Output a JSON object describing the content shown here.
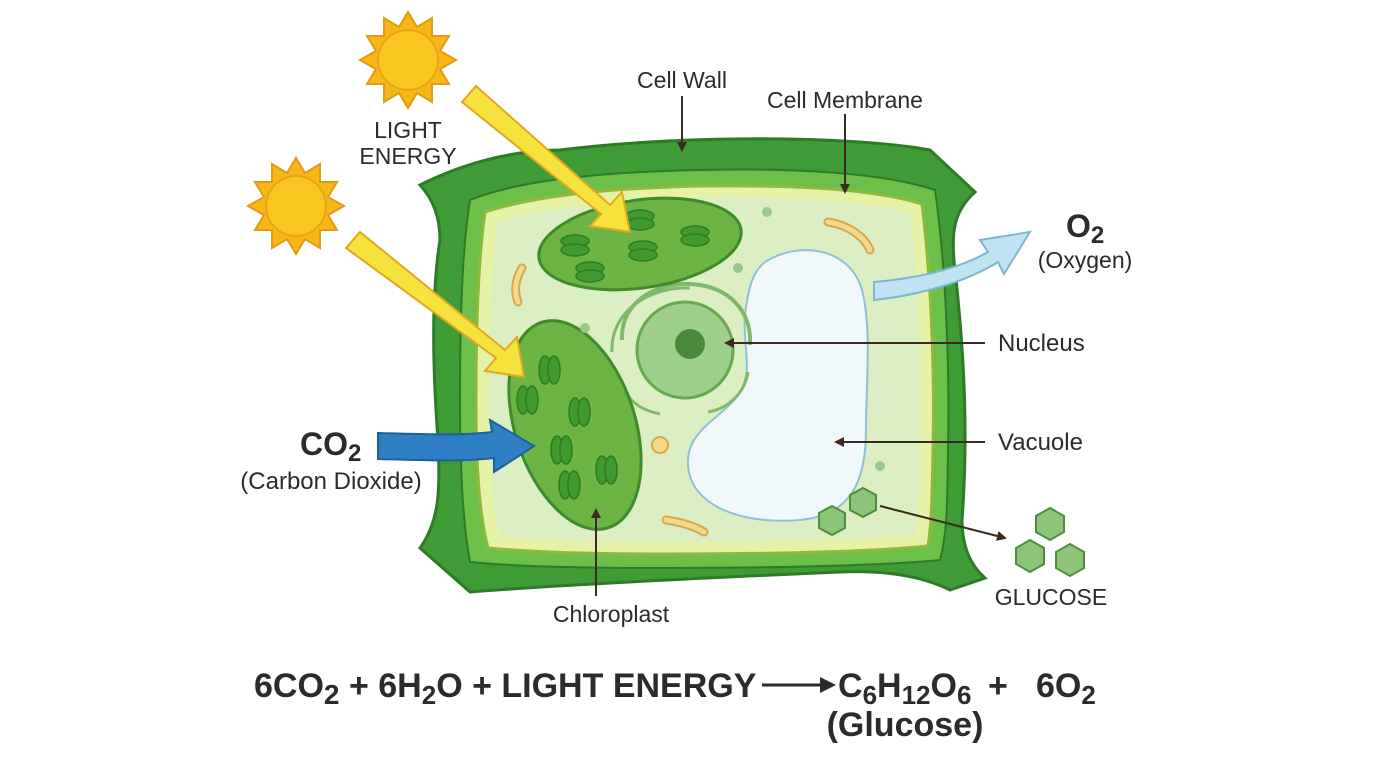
{
  "labels": {
    "light_energy_line1": "LIGHT",
    "light_energy_line2": "ENERGY",
    "cell_wall": "Cell Wall",
    "cell_membrane": "Cell Membrane",
    "oxygen_formula_main": "O",
    "oxygen_formula_sub": "2",
    "oxygen_name": "(Oxygen)",
    "nucleus": "Nucleus",
    "vacuole": "Vacuole",
    "co2_formula_main": "CO",
    "co2_formula_sub": "2",
    "co2_name": "(Carbon Dioxide)",
    "chloroplast": "Chloroplast",
    "glucose": "GLUCOSE"
  },
  "equation": {
    "lhs_1": "6CO",
    "lhs_1_sub": "2",
    "plus_1": " + ",
    "lhs_2": "6H",
    "lhs_2_sub": "2",
    "lhs_2_tail": "O",
    "plus_2": " + ",
    "lhs_3": "LIGHT ENERGY",
    "rhs_c": "C",
    "rhs_c_sub": "6",
    "rhs_h": "H",
    "rhs_h_sub": "12",
    "rhs_o": "O",
    "rhs_o_sub": "6",
    "plus_3": "+",
    "rhs_2": "6O",
    "rhs_2_sub": "2",
    "glucose_name": "(Glucose)"
  },
  "colors": {
    "cell_wall": "#3f9b35",
    "cytoplasm": "#dcefc4",
    "chloroplast": "#6cb545",
    "sun": "#f5b818",
    "light_arrow": "#f6e23c",
    "co2_arrow": "#2f7fc4",
    "o2_arrow": "#bfe3f2",
    "vacuole": "#f1f8fb",
    "glucose": "#8cc47a"
  }
}
